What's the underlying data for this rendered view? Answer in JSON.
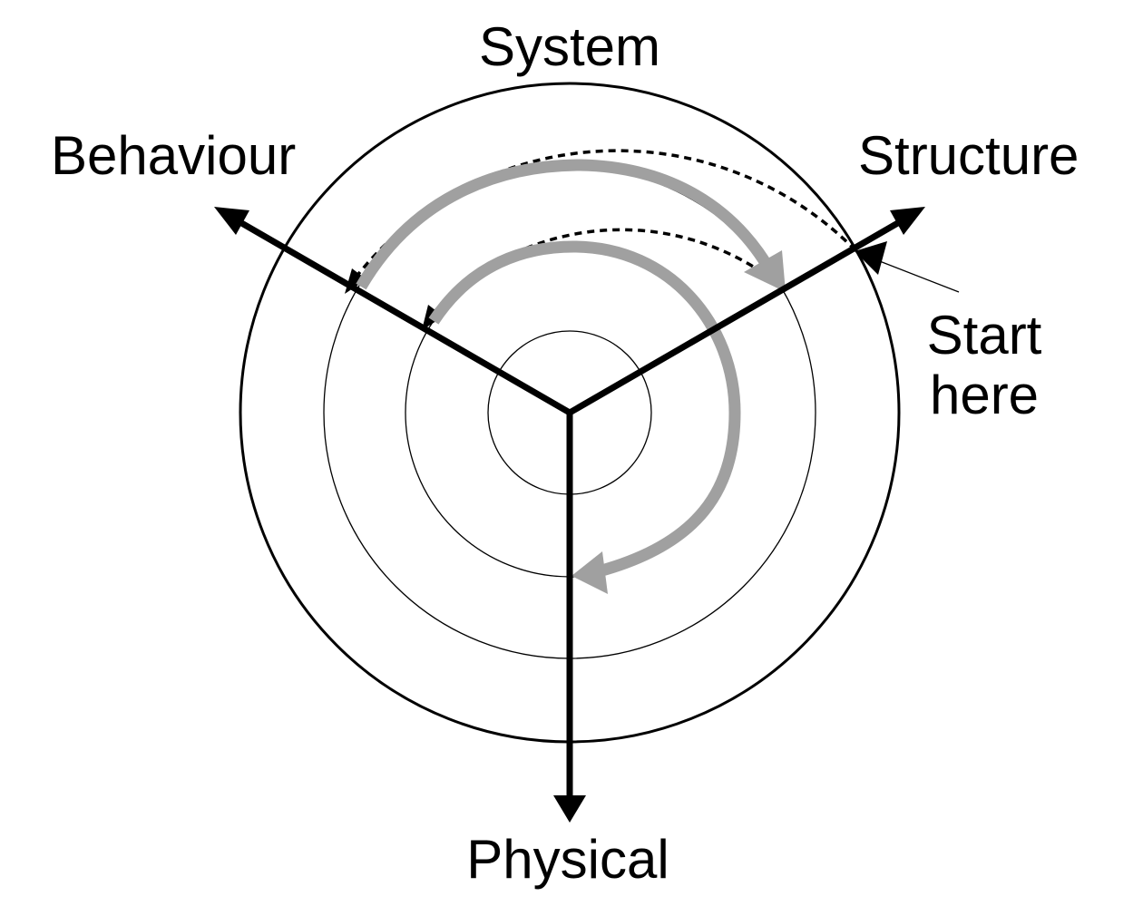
{
  "diagram": {
    "labels": {
      "system": "System",
      "behaviour": "Behaviour",
      "structure": "Structure",
      "physical": "Physical",
      "start_line1": "Start",
      "start_line2": "here"
    },
    "colors": {
      "axis": "#000000",
      "spiral": "#a0a0a0",
      "dotted": "#000000",
      "background": "#ffffff"
    }
  }
}
